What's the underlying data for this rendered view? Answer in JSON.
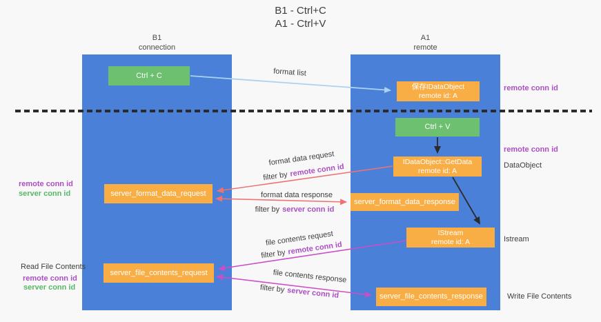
{
  "title": {
    "line1": "B1 - Ctrl+C",
    "line2": "A1 - Ctrl+V"
  },
  "lanes": {
    "left": {
      "title": "B1",
      "subtitle": "connection"
    },
    "right": {
      "title": "A1",
      "subtitle": "remote"
    }
  },
  "nodes": {
    "ctrl_c": {
      "label": "Ctrl + C"
    },
    "ctrl_v": {
      "label": "Ctrl + V"
    },
    "save_dataobject": {
      "line1": "保存IDataObject",
      "line2": "remote id: A"
    },
    "getdata": {
      "line1": "IDataObject::GetData",
      "line2": "remote id: A"
    },
    "istream": {
      "line1": "IStream",
      "line2": "remote id: A"
    },
    "format_request": {
      "label": "server_format_data_request"
    },
    "format_response": {
      "label": "server_format_data_response"
    },
    "file_request": {
      "label": "server_file_contents_request"
    },
    "file_response": {
      "label": "server_file_contents_response"
    }
  },
  "flow_labels": {
    "format_list": "format list",
    "format_data_request": "format data request",
    "format_data_response": "format data response",
    "file_contents_request": "file contents request",
    "file_contents_response": "file contents response",
    "filter_by": "filter by",
    "remote_conn_id": "remote conn id",
    "server_conn_id": "server conn id"
  },
  "annotations": {
    "remote_conn_id": "remote conn id",
    "server_conn_id": "server conn id",
    "dataobject": "DataObject",
    "istream": "Istream",
    "read_file_contents": "Read File Contents",
    "write_file_contents": "Write File Contents"
  },
  "colors": {
    "lane_blue": "#4a80d8",
    "node_green": "#6ec071",
    "node_orange": "#f9ae45",
    "arrow_light_blue": "#a9d2f0",
    "arrow_black": "#2b2b2b",
    "arrow_red": "#ee7272",
    "arrow_magenta": "#c94fc9",
    "text_purple": "#ab4fc3",
    "text_green": "#58b667"
  }
}
